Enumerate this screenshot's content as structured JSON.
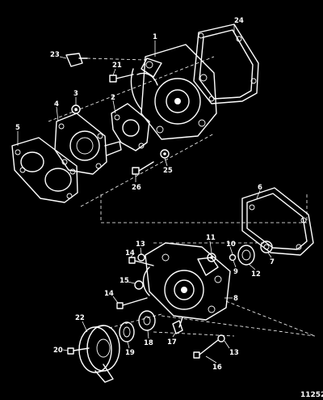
{
  "figure_id": "11252",
  "callouts": [
    {
      "id": "c1",
      "text": "1"
    },
    {
      "id": "c2",
      "text": "2"
    },
    {
      "id": "c3",
      "text": "3"
    },
    {
      "id": "c4",
      "text": "4"
    },
    {
      "id": "c5",
      "text": "5"
    },
    {
      "id": "c6",
      "text": "6"
    },
    {
      "id": "c7",
      "text": "7"
    },
    {
      "id": "c8",
      "text": "8"
    },
    {
      "id": "c9",
      "text": "9"
    },
    {
      "id": "c10",
      "text": "10"
    },
    {
      "id": "c11",
      "text": "11"
    },
    {
      "id": "c12",
      "text": "12"
    },
    {
      "id": "c13a",
      "text": "13"
    },
    {
      "id": "c13b",
      "text": "13"
    },
    {
      "id": "c14a",
      "text": "14"
    },
    {
      "id": "c14b",
      "text": "14"
    },
    {
      "id": "c15",
      "text": "15"
    },
    {
      "id": "c16",
      "text": "16"
    },
    {
      "id": "c17",
      "text": "17"
    },
    {
      "id": "c18",
      "text": "18"
    },
    {
      "id": "c19",
      "text": "19"
    },
    {
      "id": "c20",
      "text": "20"
    },
    {
      "id": "c21",
      "text": "21"
    },
    {
      "id": "c22",
      "text": "22"
    },
    {
      "id": "c23",
      "text": "23"
    },
    {
      "id": "c24",
      "text": "24"
    },
    {
      "id": "c25",
      "text": "25"
    },
    {
      "id": "c26",
      "text": "26"
    }
  ]
}
